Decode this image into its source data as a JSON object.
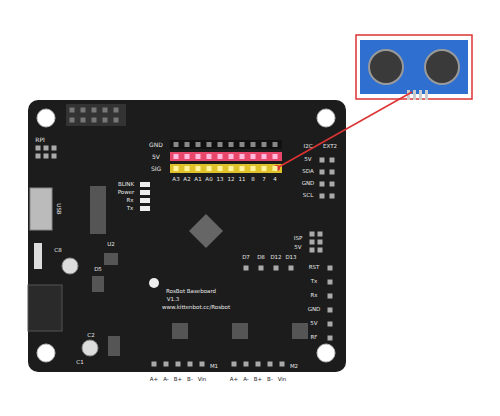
{
  "diagram": {
    "labels": [
      "RPI",
      "GND",
      "5V",
      "SIG",
      "A3",
      "A2",
      "A1",
      "A0",
      "13",
      "12",
      "11",
      "8",
      "7",
      "4",
      "BLINK",
      "Power",
      "Rx",
      "Tx",
      "USB",
      "C8",
      "U2",
      "D5",
      "C2",
      "C1",
      "RosBot Baseboard",
      "V1.3",
      "www.kittenbot.cc/Rosbot",
      "D7",
      "D8",
      "D12",
      "D13",
      "ISP",
      "5V",
      "I2C",
      "EXT2",
      "5V",
      "SDA",
      "GND",
      "SCL",
      "RST",
      "Tx",
      "Rx",
      "GND",
      "5V",
      "RF",
      "A+",
      "A-",
      "B+",
      "B-",
      "Vin",
      "M1",
      "A+",
      "A-",
      "B+",
      "B-",
      "Vin",
      "M2"
    ]
  }
}
